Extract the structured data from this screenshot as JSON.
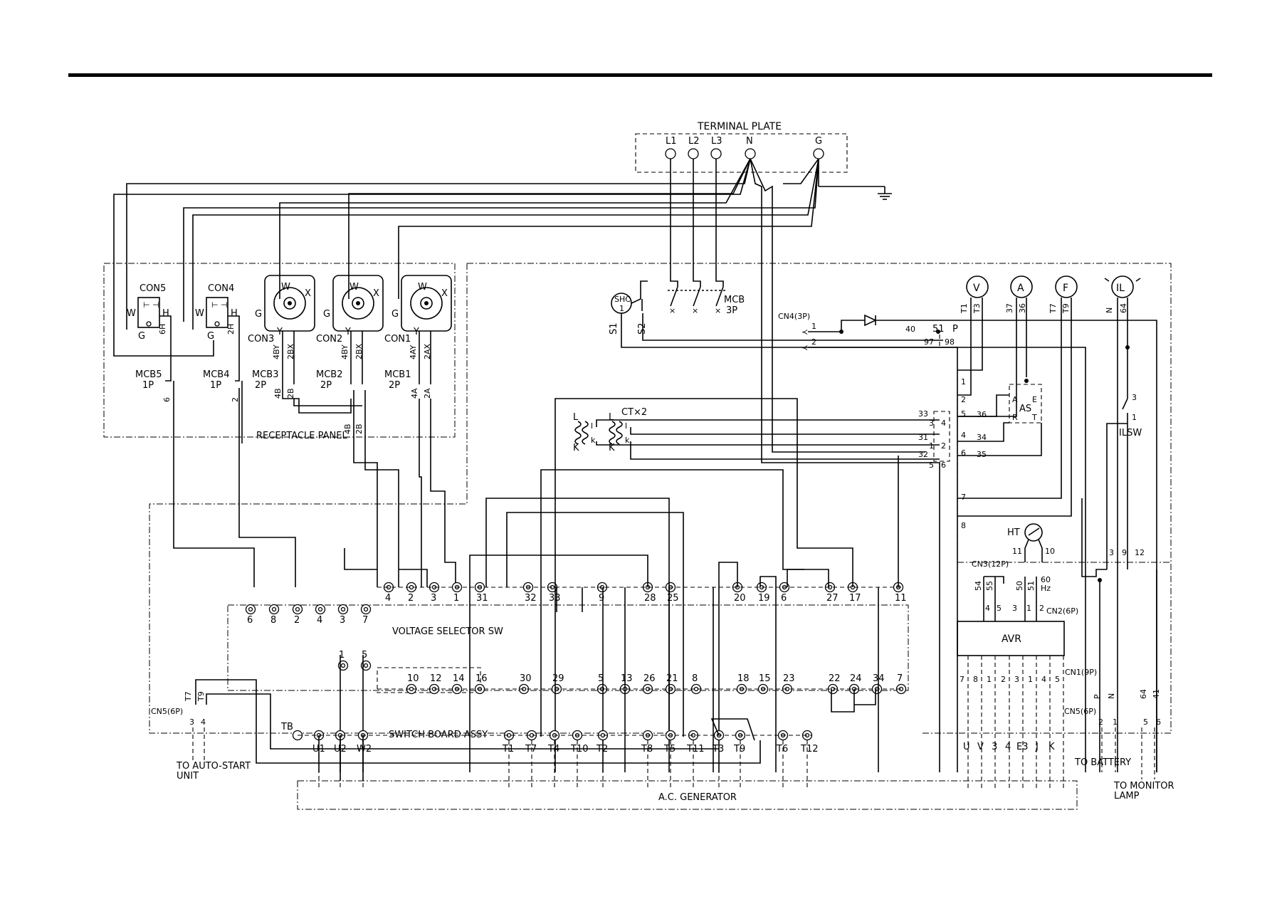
{
  "terminal_plate": {
    "title": "TERMINAL PLATE",
    "terminals": [
      "L1",
      "L2",
      "L3",
      "N",
      "G"
    ]
  },
  "receptacle_panel": {
    "title": "RECEPTACLE PANEL",
    "con5": {
      "name": "CON5",
      "w": "W",
      "h": "H",
      "g": "G",
      "wire": "6H"
    },
    "con4": {
      "name": "CON4",
      "w": "W",
      "h": "H",
      "g": "G",
      "wire": "2H"
    },
    "con3": {
      "name": "CON3",
      "w": "W",
      "x": "X",
      "g": "G",
      "y": "Y",
      "wy": "4BY",
      "wx": "2BX"
    },
    "con2": {
      "name": "CON2",
      "w": "W",
      "x": "X",
      "g": "G",
      "y": "Y",
      "wy": "4BY",
      "wx": "2BX"
    },
    "con1": {
      "name": "CON1",
      "w": "W",
      "x": "X",
      "g": "G",
      "y": "Y",
      "wy": "4AY",
      "wx": "2AX"
    },
    "mcb5": {
      "name": "MCB5",
      "poles": "1P",
      "wire": "6"
    },
    "mcb4": {
      "name": "MCB4",
      "poles": "1P",
      "wire": "2"
    },
    "mcb3": {
      "name": "MCB3",
      "poles": "2P",
      "wa": "4B",
      "wb": "2B"
    },
    "mcb2": {
      "name": "MCB2",
      "poles": "2P",
      "wa": "4B",
      "wb": "2B"
    },
    "mcb1": {
      "name": "MCB1",
      "poles": "2P",
      "wa": "4A",
      "wb": "2A"
    }
  },
  "main_breaker": {
    "shc": "SHC",
    "shc_num": "1",
    "s1": "S1",
    "s2": "S2",
    "mcb": "MCB",
    "poles": "3P"
  },
  "ct": {
    "label": "CT×2",
    "l": "L",
    "k": "K",
    "l_small": "l",
    "k_small": "k"
  },
  "cn4": {
    "label": "CN4(3P)",
    "pin1": "1",
    "pin2": "2"
  },
  "diode_line": {
    "w40": "40",
    "w51": "51",
    "p": "P",
    "w97": "97",
    "w98": "98"
  },
  "meters": [
    {
      "symbol": "V",
      "wires": [
        "T1",
        "T3"
      ]
    },
    {
      "symbol": "A",
      "wires": [
        "37",
        "36"
      ]
    },
    {
      "symbol": "F",
      "wires": [
        "T7",
        "T9"
      ]
    },
    {
      "symbol": "IL",
      "wires": [
        "N",
        "64"
      ]
    }
  ],
  "as_switch": {
    "name": "AS",
    "a": "A",
    "e": "E",
    "r": "R",
    "t": "T"
  },
  "connector_block": {
    "pins": [
      "1",
      "2",
      "5",
      "4",
      "6",
      "7",
      "8"
    ],
    "wires": [
      "36",
      "34",
      "35"
    ],
    "ct_wires": [
      "33",
      "31",
      "32"
    ],
    "ct_pins": [
      "3",
      "4",
      "1",
      "2",
      "5",
      "6"
    ]
  },
  "ilsw": {
    "name": "ILSW",
    "pin3": "3",
    "pin1": "1"
  },
  "ht": {
    "name": "HT",
    "w11": "11",
    "w10": "10"
  },
  "cn3": {
    "label": "CN3(12P)",
    "pins": [
      "3",
      "9",
      "12"
    ]
  },
  "avr": {
    "name": "AVR",
    "cn2_label": "CN2(6P)",
    "cn2_pins": [
      "4",
      "5",
      "3",
      "1",
      "2"
    ],
    "cn2_wires": [
      "54",
      "55",
      "50",
      "51"
    ],
    "hz": "60\nHz",
    "hz_a": "60",
    "hz_b": "Hz",
    "cn1_label": "CN1(9P)",
    "cn1_pins": [
      "7",
      "8",
      "1",
      "2",
      "3",
      "1",
      "4",
      "5"
    ],
    "out_labels": [
      "U",
      "V",
      "3",
      "4",
      "E3",
      "J",
      "K"
    ]
  },
  "voltage_selector": {
    "title": "VOLTAGE SELECTOR SW",
    "top_row": [
      "4",
      "2",
      "3",
      "1",
      "31",
      "32",
      "33",
      "9",
      "28",
      "25",
      "20",
      "19",
      "6",
      "27",
      "17",
      "11"
    ],
    "left_row": [
      "6",
      "8",
      "2",
      "4",
      "3",
      "7"
    ],
    "mid_row": [
      "1",
      "5",
      "10",
      "12",
      "14",
      "16",
      "30",
      "29",
      "5",
      "13",
      "26",
      "21",
      "8",
      "18",
      "15",
      "23",
      "22",
      "24",
      "34",
      "7"
    ]
  },
  "switch_board": {
    "title": "SWITCH BOARD ASSY",
    "tb": "TB",
    "terminals": [
      "U1",
      "U2",
      "W2",
      "T1",
      "T7",
      "T4",
      "T10",
      "T2",
      "T8",
      "T5",
      "T11",
      "T3",
      "T9",
      "T6",
      "T12"
    ]
  },
  "cn5_left": {
    "label": "CN5(6P)",
    "wires": [
      "T7",
      "T9"
    ],
    "pins": [
      "3",
      "4"
    ]
  },
  "cn5_right": {
    "label": "CN5(6P)",
    "wires": [
      "P",
      "N",
      "64",
      "41"
    ],
    "pins": [
      "2",
      "1",
      "5",
      "6"
    ]
  },
  "generator": {
    "title": "A.C. GENERATOR"
  },
  "notes": {
    "auto_start": "TO AUTO-START",
    "auto_start_2": "UNIT",
    "battery": "TO BATTERY",
    "monitor": "TO MONITOR",
    "monitor_2": "LAMP"
  }
}
